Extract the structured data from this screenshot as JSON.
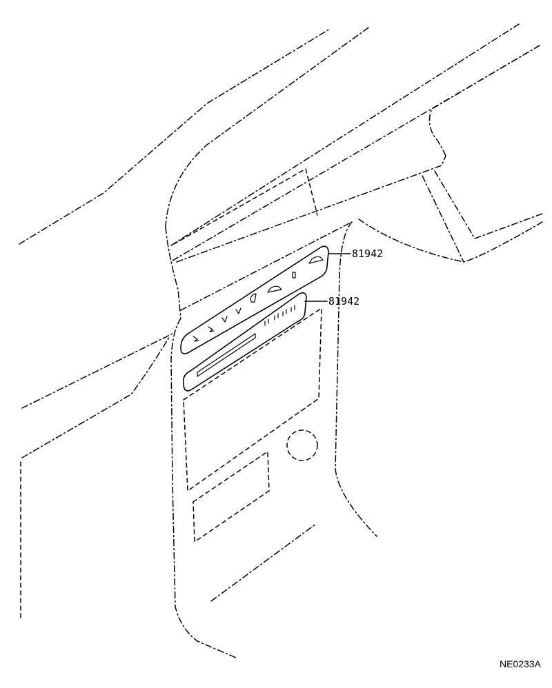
{
  "callouts": [
    {
      "part_number": "81942"
    },
    {
      "part_number": "81942"
    }
  ],
  "figure_code": "NE0233A"
}
